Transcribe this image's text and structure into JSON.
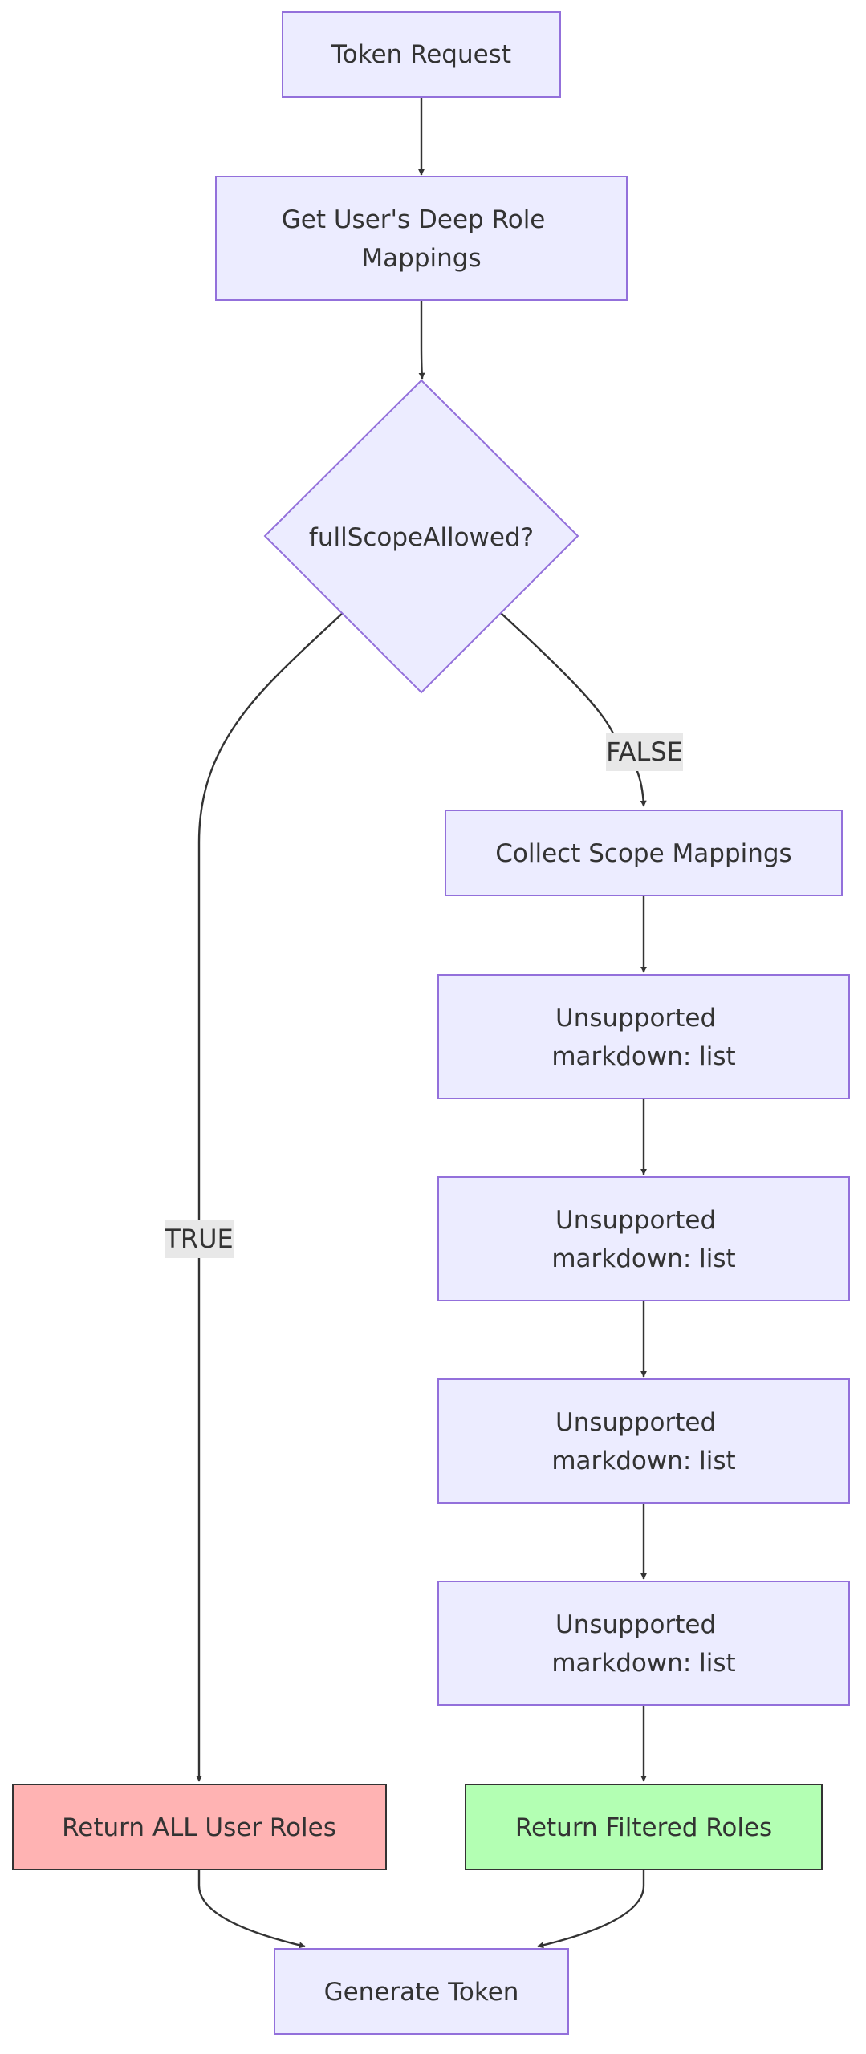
{
  "colors": {
    "node_fill": "#ececff",
    "node_stroke": "#9370db",
    "red_fill": "#ffb3b3",
    "green_fill": "#b3ffb3",
    "dark_stroke": "#333333",
    "edge": "#333333",
    "label_bg": "#e8e8e8",
    "text": "#333333"
  },
  "nodes": {
    "token_request": {
      "lines": [
        "Token Request"
      ]
    },
    "get_roles": {
      "lines": [
        "Get User's Deep Role",
        "Mappings"
      ]
    },
    "decision": {
      "lines": [
        "fullScopeAllowed?"
      ]
    },
    "collect_scope": {
      "lines": [
        "Collect Scope Mappings"
      ]
    },
    "unsupported_1": {
      "lines": [
        "Unsupported",
        "markdown: list"
      ]
    },
    "unsupported_2": {
      "lines": [
        "Unsupported",
        "markdown: list"
      ]
    },
    "unsupported_3": {
      "lines": [
        "Unsupported",
        "markdown: list"
      ]
    },
    "unsupported_4": {
      "lines": [
        "Unsupported",
        "markdown: list"
      ]
    },
    "return_all": {
      "lines": [
        "Return ALL User Roles"
      ]
    },
    "return_filtered": {
      "lines": [
        "Return Filtered Roles"
      ]
    },
    "generate_token": {
      "lines": [
        "Generate Token"
      ]
    }
  },
  "edge_labels": {
    "false_label": "FALSE",
    "true_label": "TRUE"
  }
}
